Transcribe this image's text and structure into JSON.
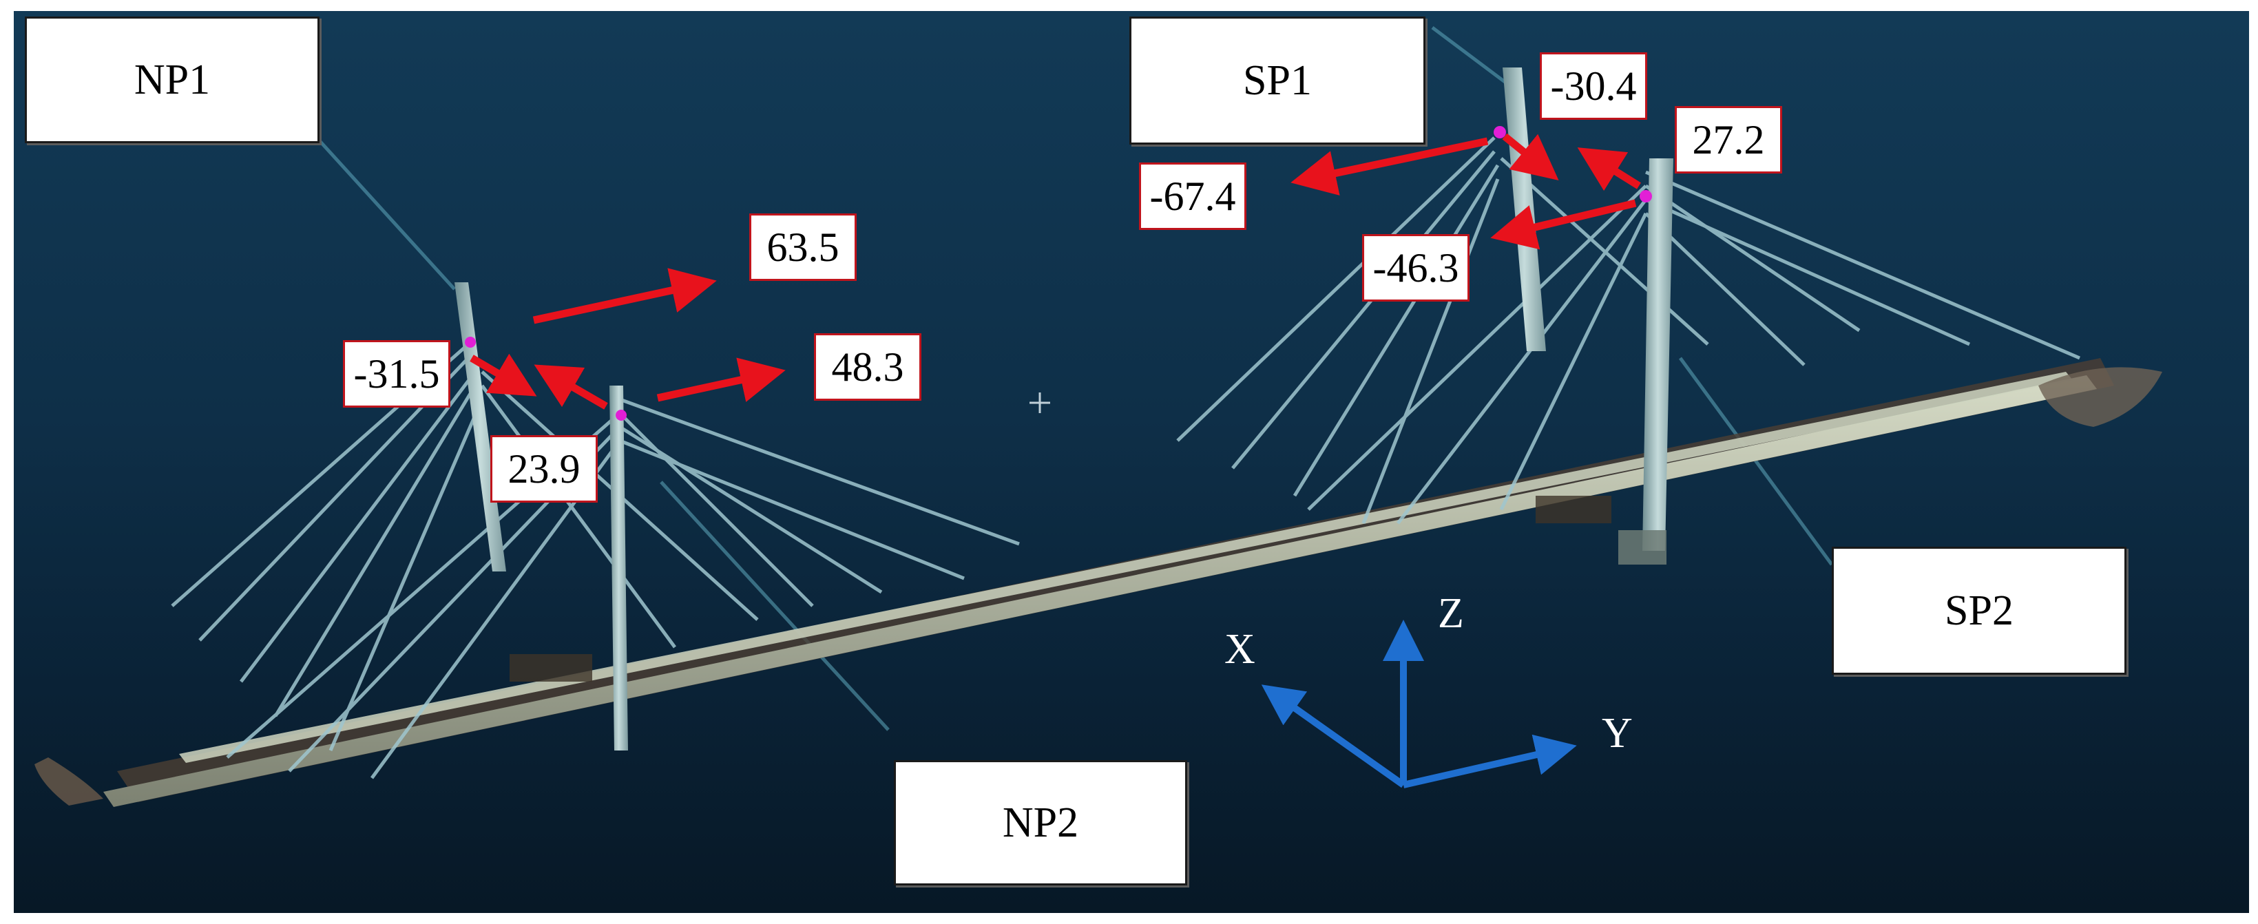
{
  "piers": {
    "np1": "NP1",
    "np2": "NP2",
    "sp1": "SP1",
    "sp2": "SP2"
  },
  "displacements": {
    "np1_top": "63.5",
    "np1_side": "-31.5",
    "np2_top": "48.3",
    "np2_between": "23.9",
    "sp1_between": "-30.4",
    "sp1_side": "-67.4",
    "sp2_between": "27.2",
    "sp2_side": "-46.3"
  },
  "axes": {
    "x": "X",
    "y": "Y",
    "z": "Z"
  },
  "colors": {
    "background_top": "#123a56",
    "background_bottom": "#071826",
    "arrow": "#e8121c",
    "axis": "#1f6fd0",
    "pier": "#a9c4c6",
    "cable": "#9fc6cf",
    "deck": "#b9bfae",
    "marker": "#e21fd6"
  }
}
